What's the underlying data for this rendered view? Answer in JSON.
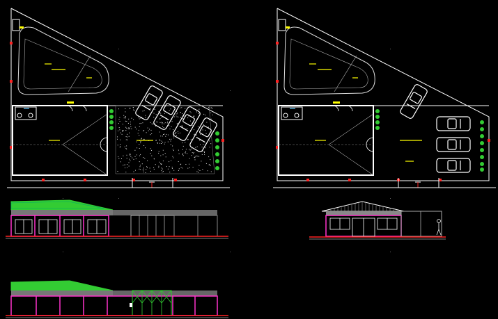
{
  "drawing": {
    "background": "#000000",
    "colors": {
      "outline": "#ffffff",
      "walls": "#ffffff",
      "green": "#33cc33",
      "magenta": "#ff33cc",
      "red": "#ff2222",
      "yellow": "#ffff00",
      "cyan": "#66ccff",
      "gray": "#9a9a9a"
    },
    "views": [
      {
        "id": "plan-left",
        "kind": "site-plan",
        "cars": 4,
        "paving": "gravel"
      },
      {
        "id": "plan-right",
        "kind": "site-plan",
        "cars": 4,
        "paving": "open"
      },
      {
        "id": "elevation-top-left",
        "kind": "long-elevation"
      },
      {
        "id": "elevation-right",
        "kind": "gable-elevation"
      },
      {
        "id": "elevation-bottom-left",
        "kind": "long-elevation-rear"
      }
    ]
  }
}
